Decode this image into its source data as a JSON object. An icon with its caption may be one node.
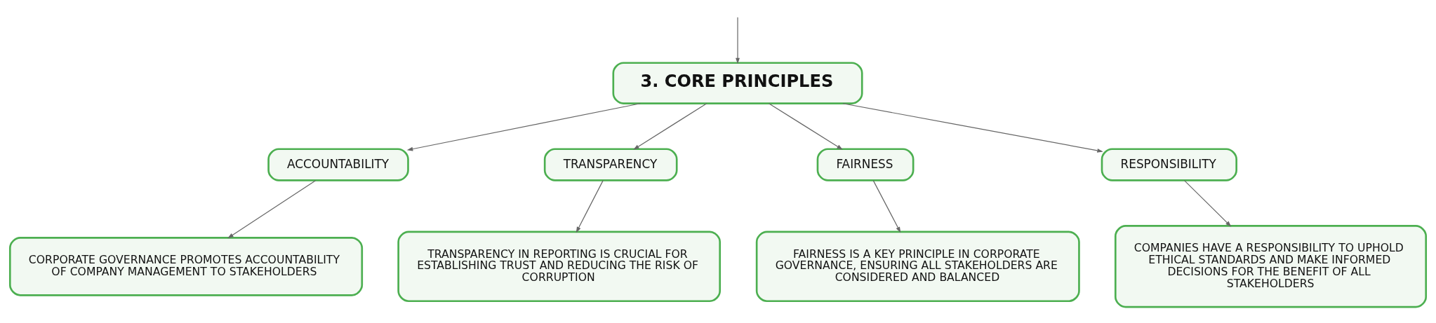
{
  "diagram": {
    "nodes": [
      {
        "text": [
          "3. CORE PRINCIPLES"
        ]
      },
      {
        "text": [
          "ACCOUNTABILITY"
        ]
      },
      {
        "text": [
          "TRANSPARENCY"
        ]
      },
      {
        "text": [
          "FAIRNESS"
        ]
      },
      {
        "text": [
          "RESPONSIBILITY"
        ]
      },
      {
        "text": [
          "CORPORATE GOVERNANCE PROMOTES ACCOUNTABILITY OF COMPANY MANAGEMENT TO STAKEHOLDERS"
        ]
      },
      {
        "text": [
          "TRANSPARENCY IN REPORTING IS CRUCIAL FOR ESTABLISHING TRUST AND REDUCING THE RISK OF CORRUPTION"
        ]
      },
      {
        "text": [
          "FAIRNESS IS A KEY PRINCIPLE IN CORPORATE GOVERNANCE, ENSURING ALL STAKEHOLDERS ARE CONSIDERED AND BALANCED"
        ]
      },
      {
        "text": [
          "COMPANIES HAVE A RESPONSIBILITY TO UPHOLD ETHICAL STANDARDS AND MAKE INFORMED DECISIONS FOR THE BENEFIT OF ALL STAKEHOLDERS"
        ]
      }
    ],
    "edges": [
      {
        "from": null,
        "to": 0,
        "arrow": "to"
      },
      {
        "from": 0,
        "to": 1,
        "arrow": "to"
      },
      {
        "from": 0,
        "to": 2,
        "arrow": "to"
      },
      {
        "from": 0,
        "to": 3,
        "arrow": "to"
      },
      {
        "from": 0,
        "to": 4,
        "arrow": "to"
      },
      {
        "from": 1,
        "to": 5,
        "arrow": "to"
      },
      {
        "from": 2,
        "to": 6,
        "arrow": "to"
      },
      {
        "from": 3,
        "to": 7,
        "arrow": "to"
      },
      {
        "from": 4,
        "to": 8,
        "arrow": "to"
      }
    ]
  }
}
